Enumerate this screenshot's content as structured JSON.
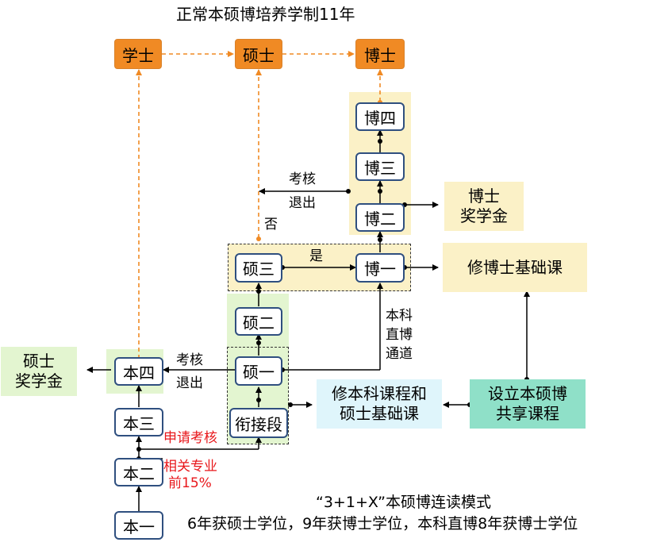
{
  "title": "正常本硕博培养学制11年",
  "degrees": {
    "bachelor": "学士",
    "master": "硕士",
    "doctor": "博士"
  },
  "stages": {
    "ben1": "本一",
    "ben2": "本二",
    "ben3": "本三",
    "ben4": "本四",
    "bridge": "衔接段",
    "shuo1": "硕一",
    "shuo2": "硕二",
    "shuo3": "硕三",
    "bo1": "博一",
    "bo2": "博二",
    "bo3": "博三",
    "bo4": "博四"
  },
  "panels": {
    "master_scholarship": [
      "硕士",
      "奖学金"
    ],
    "doctor_scholarship": [
      "博士",
      "奖学金"
    ],
    "doctor_basic_course": "修博士基础课",
    "undergrad_master_course": [
      "修本科课程和",
      "硕士基础课"
    ],
    "shared_course": [
      "设立本硕博",
      "共享课程"
    ]
  },
  "labels": {
    "assess_exit_1": [
      "考核",
      "退出"
    ],
    "assess_exit_2": [
      "考核",
      "退出"
    ],
    "no": "否",
    "yes": "是",
    "direct_phd": [
      "本科",
      "直博",
      "通道"
    ],
    "apply_exam": "申请考核",
    "top_percent": [
      "相关专业",
      "前15%"
    ]
  },
  "footer": {
    "mode": "“3+1+X”本硕博连读模式",
    "detail": "6年获硕士学位，9年获博士学位，本科直博8年获博士学位"
  },
  "colors": {
    "degree": "#f08a24",
    "highlight_red": "#e8171b",
    "node_border": "#2f4f7f"
  }
}
